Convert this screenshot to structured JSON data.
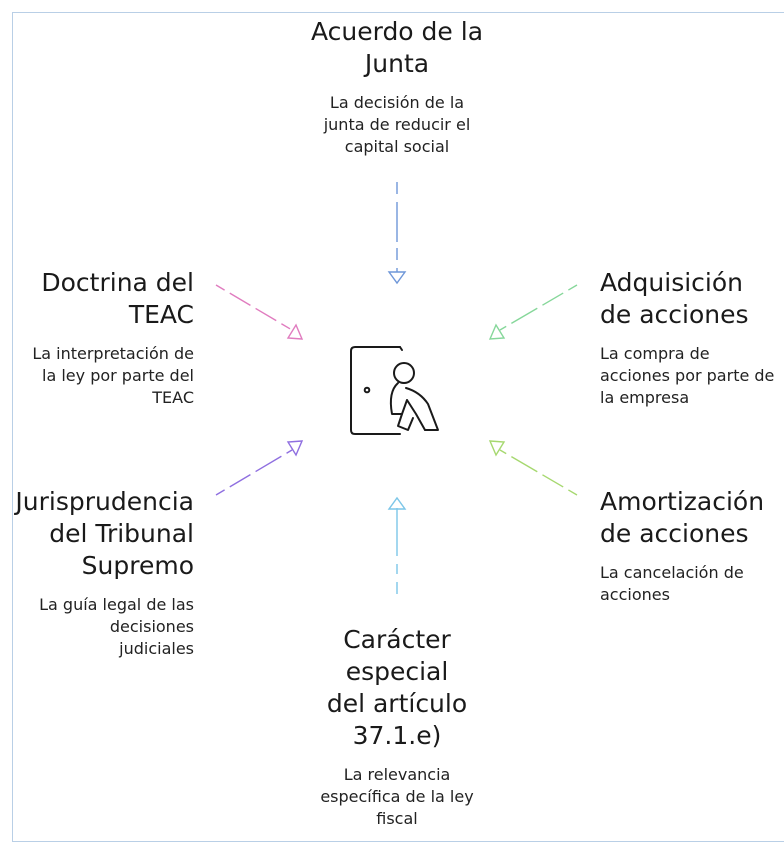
{
  "nodes": {
    "top": {
      "title": "Acuerdo de la Junta",
      "description": "La decisión de la junta de reducir el capital social"
    },
    "left_upper": {
      "title": "Doctrina del TEAC",
      "description": "La interpretación de la ley por parte del TEAC"
    },
    "right_upper": {
      "title": "Adquisición de acciones",
      "description": "La compra de acciones por parte de la empresa"
    },
    "left_lower": {
      "title": "Jurisprudencia del Tribunal Supremo",
      "description": "La guía legal de las decisiones judiciales"
    },
    "right_lower": {
      "title": "Amortización de acciones",
      "description": "La cancelación de acciones"
    },
    "bottom": {
      "title": "Carácter especial del artículo 37.1.e)",
      "description": "La relevancia específica de la ley fiscal"
    }
  },
  "center": {
    "icon": "person-pushing-door-icon"
  },
  "colors": {
    "border": "#b9cfe6",
    "arrow_top": "#6f97d8",
    "arrow_left_upper": "#e07cbf",
    "arrow_right_upper": "#86d79a",
    "arrow_left_lower": "#8f6fe0",
    "arrow_right_lower": "#a6d86f",
    "arrow_bottom": "#7cc6e8"
  }
}
